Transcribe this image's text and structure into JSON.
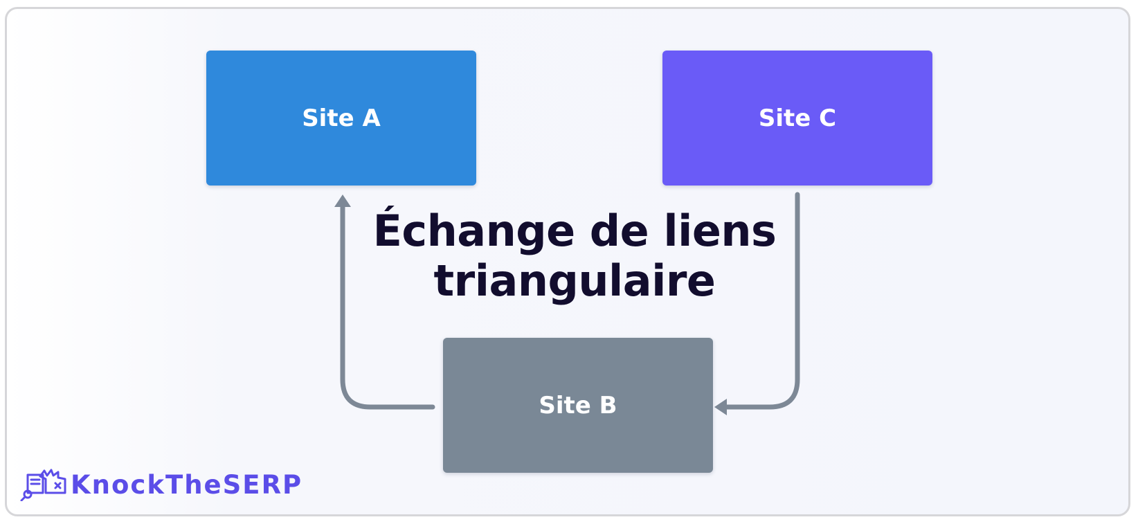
{
  "diagram": {
    "title_line_1": "Échange de liens",
    "title_line_2": "triangulaire",
    "nodes": {
      "site_a": {
        "label": "Site A",
        "color": "#2f89dc"
      },
      "site_b": {
        "label": "Site B",
        "color": "#7a8896"
      },
      "site_c": {
        "label": "Site C",
        "color": "#6a5bf7"
      }
    },
    "edges": [
      {
        "from": "Site C",
        "to": "Site B"
      },
      {
        "from": "Site B",
        "to": "Site A"
      }
    ],
    "arrow_color": "#7d8896"
  },
  "branding": {
    "logo_text": "KnockTheSERP",
    "color": "#5b4de8"
  }
}
